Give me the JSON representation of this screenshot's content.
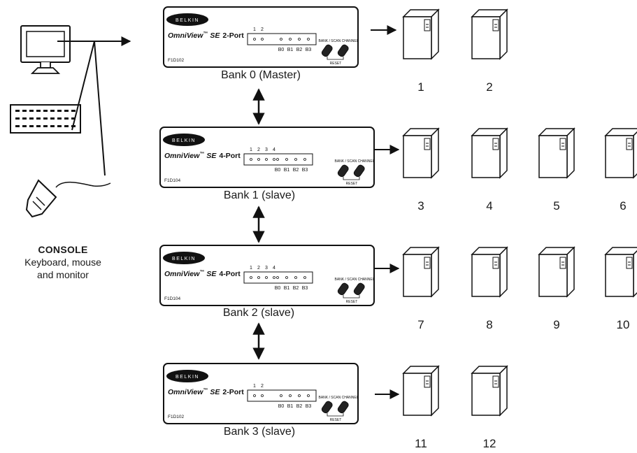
{
  "brand": "BELKIN",
  "console": {
    "title": "CONSOLE",
    "line1": "Keyboard, mouse",
    "line2": "and monitor"
  },
  "banks": [
    {
      "caption": "Bank 0 (Master)",
      "product": "OmniView",
      "tm": "™",
      "edition": "SE",
      "ports_label": "2-Port",
      "model": "F1D102",
      "port_numbers": [
        "1",
        "2"
      ],
      "bank_labels": [
        "B0",
        "B1",
        "B2",
        "B3"
      ],
      "button_label": "BANK / SCAN CHANNEL",
      "reset_label": "RESET",
      "pcs": [
        "1",
        "2"
      ]
    },
    {
      "caption": "Bank 1 (slave)",
      "product": "OmniView",
      "tm": "™",
      "edition": "SE",
      "ports_label": "4-Port",
      "model": "F1D104",
      "port_numbers": [
        "1",
        "2",
        "3",
        "4"
      ],
      "bank_labels": [
        "B0",
        "B1",
        "B2",
        "B3"
      ],
      "button_label": "BANK / SCAN CHANNEL",
      "reset_label": "RESET",
      "pcs": [
        "3",
        "4",
        "5",
        "6"
      ]
    },
    {
      "caption": "Bank 2 (slave)",
      "product": "OmniView",
      "tm": "™",
      "edition": "SE",
      "ports_label": "4-Port",
      "model": "F1D104",
      "port_numbers": [
        "1",
        "2",
        "3",
        "4"
      ],
      "bank_labels": [
        "B0",
        "B1",
        "B2",
        "B3"
      ],
      "button_label": "BANK / SCAN CHANNEL",
      "reset_label": "RESET",
      "pcs": [
        "7",
        "8",
        "9",
        "10"
      ]
    },
    {
      "caption": "Bank 3 (slave)",
      "product": "OmniView",
      "tm": "™",
      "edition": "SE",
      "ports_label": "2-Port",
      "model": "F1D102",
      "port_numbers": [
        "1",
        "2"
      ],
      "bank_labels": [
        "B0",
        "B1",
        "B2",
        "B3"
      ],
      "button_label": "BANK / SCAN CHANNEL",
      "reset_label": "RESET",
      "pcs": [
        "11",
        "12"
      ]
    }
  ]
}
